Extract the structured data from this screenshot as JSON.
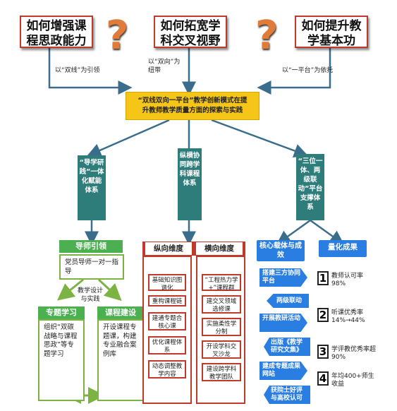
{
  "questions": [
    {
      "line1": "如何增强课",
      "line2": "程思政能力"
    },
    {
      "line1": "如何拓宽学",
      "line2": "科交叉视野"
    },
    {
      "line1": "如何提升教",
      "line2": "学基本功"
    }
  ],
  "question_mark": "?",
  "connectors": {
    "left": "以“双线”为引领",
    "middle_1": "以“双向”为",
    "middle_2": "纽带",
    "right": "以“一平台”为依托"
  },
  "center_title": {
    "line1": "“双线双向一平台”教学创新模式在提",
    "line2": "升教师教学质量方面的探索与实践"
  },
  "pillars": [
    {
      "text": "“导学研践”一体化赋能体系"
    },
    {
      "text": "纵横协同跨学科课程体系"
    },
    {
      "text": "“三位一体、两级联动”平台支撑体系"
    }
  ],
  "left_panel": {
    "title": "导师引领",
    "mentor_text": "党员导师一对一指导",
    "middle_label": "教学设计与实践",
    "sub1_title": "专题学习",
    "sub1_text": "组织“双碳战略与课程思政”等专题学习",
    "sub2_title": "课程建设",
    "sub2_text": "开设课程专题课，构建专业融合案例库"
  },
  "middle_panel": {
    "col1_header": "纵向维度",
    "col2_header": "横向维度",
    "col1_items": [
      "基础知识图谱化",
      "重构课程链",
      "建通专题合核心课",
      "优化课程体系",
      "动态调整教学内容"
    ],
    "col2_items": [
      "“工程热力学+”课程群",
      "建交叉领域选修课",
      "实施柔性学分制",
      "开设学科交叉沙龙",
      "建设跨学科教学团队"
    ]
  },
  "right_panel": {
    "left_title": "核心载体与成效",
    "right_title": "量化成果",
    "arrows": [
      "搭建三方协同平台",
      "两级联动",
      "开展教研活动",
      "出版《教学研究文集》",
      "建成专题成果网站",
      "获院士好评与高校认可"
    ],
    "results": [
      {
        "num": "1",
        "text": "教师认可率98%"
      },
      {
        "num": "2",
        "text": "听课优秀率14%→44%"
      },
      {
        "num": "3",
        "text": "学评教优秀率超90%"
      },
      {
        "num": "4",
        "text": "年均400+师生收益"
      }
    ]
  },
  "colors": {
    "accent_red": "#c0392b",
    "teal": "#2e7d7b",
    "green": "#4caf50",
    "blue": "#2a7de1",
    "center_yellow": "#f5c518",
    "question_orange": "#e07b39"
  }
}
